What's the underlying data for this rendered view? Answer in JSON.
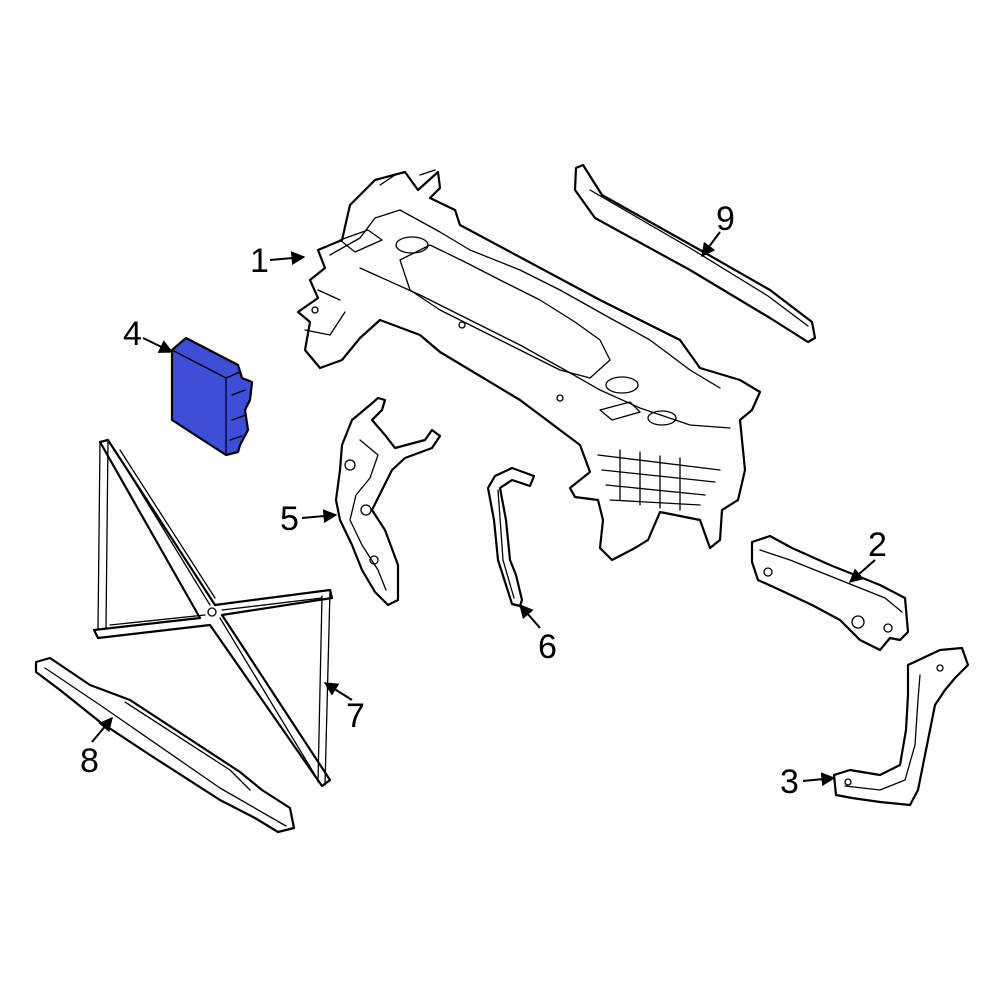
{
  "colors": {
    "line": "#000000",
    "background": "#ffffff",
    "highlight_part": "#3d4fd6"
  },
  "highlighted_part": "4",
  "callouts": {
    "c1": "1",
    "c2": "2",
    "c3": "3",
    "c4": "4",
    "c5": "5",
    "c6": "6",
    "c7": "7",
    "c8": "8",
    "c9": "9"
  }
}
